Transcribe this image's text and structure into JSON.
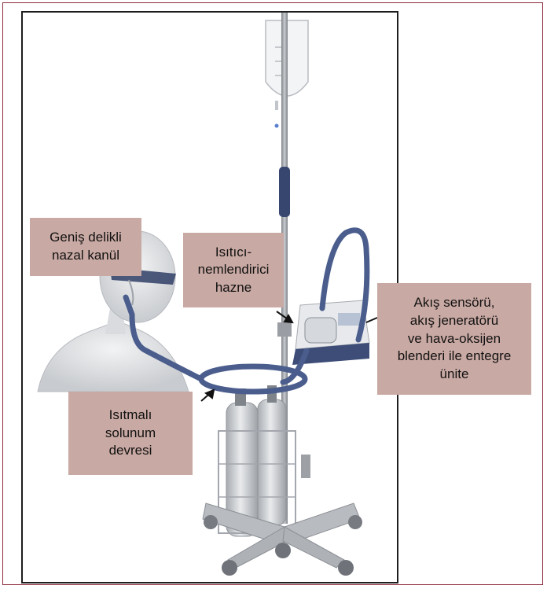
{
  "labels": {
    "cannula": "Geniş delikli\nnazal kanül",
    "humidifier": "Isıtıcı-\nnemlendirici\nhazne",
    "unit": "Akış sensörü,\nakış jeneratörü\nve hava-oksijen\nblenderi ile entegre\nünite",
    "circuit": "Isıtmalı\nsolunum\ndevresi"
  },
  "colors": {
    "frame": "#8c2a3c",
    "label_fill": "#c9a9a3",
    "tubing": "#4a5d8c",
    "pole": "#9a9ea4"
  }
}
